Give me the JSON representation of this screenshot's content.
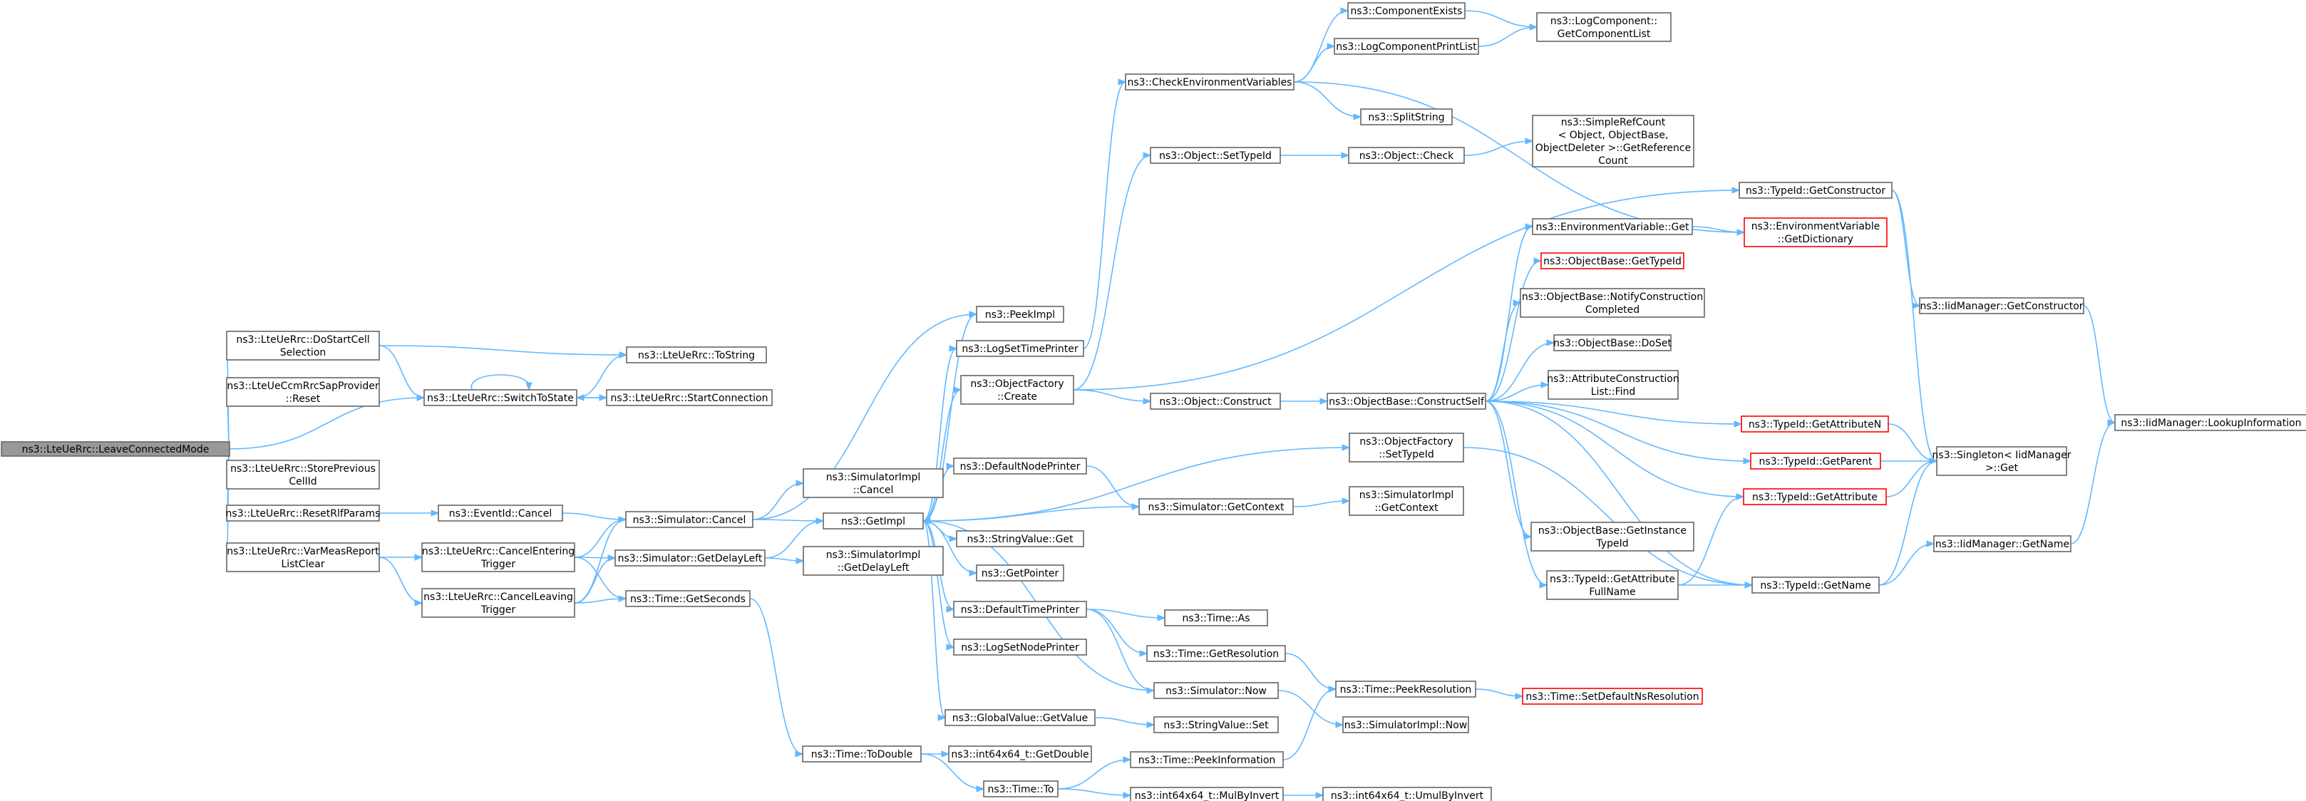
{
  "colors": {
    "edge": "#63b8ff",
    "node_border": "#666666",
    "root_fill": "#999999",
    "red_border": "#ff0000"
  },
  "nodes": [
    {
      "id": "leave",
      "lines": [
        "ns3::LteUeRrc::LeaveConnectedMode"
      ],
      "root": true
    },
    {
      "id": "dostart",
      "lines": [
        "ns3::LteUeRrc::DoStartCell",
        "Selection"
      ]
    },
    {
      "id": "ccmreset",
      "lines": [
        "ns3::LteUeCcmRrcSapProvider",
        "::Reset"
      ]
    },
    {
      "id": "switch",
      "lines": [
        "ns3::LteUeRrc::SwitchToState"
      ]
    },
    {
      "id": "tostring",
      "lines": [
        "ns3::LteUeRrc::ToString"
      ]
    },
    {
      "id": "startconn",
      "lines": [
        "ns3::LteUeRrc::StartConnection"
      ]
    },
    {
      "id": "storeprev",
      "lines": [
        "ns3::LteUeRrc::StorePrevious",
        "CellId"
      ]
    },
    {
      "id": "resetrlf",
      "lines": [
        "ns3::LteUeRrc::ResetRlfParams"
      ]
    },
    {
      "id": "eventcancel",
      "lines": [
        "ns3::EventId::Cancel"
      ]
    },
    {
      "id": "varmeas",
      "lines": [
        "ns3::LteUeRrc::VarMeasReport",
        "ListClear"
      ]
    },
    {
      "id": "cancelentering",
      "lines": [
        "ns3::LteUeRrc::CancelEntering",
        "Trigger"
      ]
    },
    {
      "id": "cancelleaving",
      "lines": [
        "ns3::LteUeRrc::CancelLeaving",
        "Trigger"
      ]
    },
    {
      "id": "simcancel",
      "lines": [
        "ns3::Simulator::Cancel"
      ]
    },
    {
      "id": "getdelay",
      "lines": [
        "ns3::Simulator::GetDelayLeft"
      ]
    },
    {
      "id": "getseconds",
      "lines": [
        "ns3::Time::GetSeconds"
      ]
    },
    {
      "id": "peekimpl",
      "lines": [
        "ns3::PeekImpl"
      ]
    },
    {
      "id": "logsettime",
      "lines": [
        "ns3::LogSetTimePrinter"
      ]
    },
    {
      "id": "objfactorycreate",
      "lines": [
        "ns3::ObjectFactory",
        "::Create"
      ]
    },
    {
      "id": "simimplcancel",
      "lines": [
        "ns3::SimulatorImpl",
        "::Cancel"
      ]
    },
    {
      "id": "getimpl",
      "lines": [
        "ns3::GetImpl"
      ]
    },
    {
      "id": "simimpldelay",
      "lines": [
        "ns3::SimulatorImpl",
        "::GetDelayLeft"
      ]
    },
    {
      "id": "defnodeprinter",
      "lines": [
        "ns3::DefaultNodePrinter"
      ]
    },
    {
      "id": "stringvalget",
      "lines": [
        "ns3::StringValue::Get"
      ]
    },
    {
      "id": "getpointer",
      "lines": [
        "ns3::GetPointer"
      ]
    },
    {
      "id": "deftimeprinter",
      "lines": [
        "ns3::DefaultTimePrinter"
      ]
    },
    {
      "id": "logsetnode",
      "lines": [
        "ns3::LogSetNodePrinter"
      ]
    },
    {
      "id": "globalvalget",
      "lines": [
        "ns3::GlobalValue::GetValue"
      ]
    },
    {
      "id": "todouble",
      "lines": [
        "ns3::Time::ToDouble"
      ]
    },
    {
      "id": "timeto",
      "lines": [
        "ns3::Time::To"
      ]
    },
    {
      "id": "getdouble",
      "lines": [
        "ns3::int64x64_t::GetDouble"
      ]
    },
    {
      "id": "checkenv",
      "lines": [
        "ns3::CheckEnvironmentVariables"
      ]
    },
    {
      "id": "objsettypeid",
      "lines": [
        "ns3::Object::SetTypeId"
      ]
    },
    {
      "id": "objconstruct",
      "lines": [
        "ns3::Object::Construct"
      ]
    },
    {
      "id": "simgetcontext",
      "lines": [
        "ns3::Simulator::GetContext"
      ]
    },
    {
      "id": "timeas",
      "lines": [
        "ns3::Time::As"
      ]
    },
    {
      "id": "timegetres",
      "lines": [
        "ns3::Time::GetResolution"
      ]
    },
    {
      "id": "simnow",
      "lines": [
        "ns3::Simulator::Now"
      ]
    },
    {
      "id": "stringvalset",
      "lines": [
        "ns3::StringValue::Set"
      ]
    },
    {
      "id": "peekinfo",
      "lines": [
        "ns3::Time::PeekInformation"
      ]
    },
    {
      "id": "mulbyinvert",
      "lines": [
        "ns3::int64x64_t::MulByInvert"
      ]
    },
    {
      "id": "umulbyinvert",
      "lines": [
        "ns3::int64x64_t::UmulByInvert"
      ]
    },
    {
      "id": "compexists",
      "lines": [
        "ns3::ComponentExists"
      ]
    },
    {
      "id": "logcompprint",
      "lines": [
        "ns3::LogComponentPrintList"
      ]
    },
    {
      "id": "splitstring",
      "lines": [
        "ns3::SplitString"
      ]
    },
    {
      "id": "objcheck",
      "lines": [
        "ns3::Object::Check"
      ]
    },
    {
      "id": "objbaseconstruct",
      "lines": [
        "ns3::ObjectBase::ConstructSelf"
      ]
    },
    {
      "id": "objfactorysettype",
      "lines": [
        "ns3::ObjectFactory",
        "::SetTypeId"
      ]
    },
    {
      "id": "simimplgetctx",
      "lines": [
        "ns3::SimulatorImpl",
        "::GetContext"
      ]
    },
    {
      "id": "peekres",
      "lines": [
        "ns3::Time::PeekResolution"
      ]
    },
    {
      "id": "simimplnow",
      "lines": [
        "ns3::SimulatorImpl::Now"
      ]
    },
    {
      "id": "logcompget",
      "lines": [
        "ns3::LogComponent::",
        "GetComponentList"
      ]
    },
    {
      "id": "simplerefcount",
      "lines": [
        "ns3::SimpleRefCount",
        "< Object, ObjectBase,",
        "ObjectDeleter >::GetReference",
        "Count"
      ]
    },
    {
      "id": "envget",
      "lines": [
        "ns3::EnvironmentVariable::Get"
      ]
    },
    {
      "id": "objbasegettypeid",
      "lines": [
        "ns3::ObjectBase::GetTypeId"
      ],
      "red": true
    },
    {
      "id": "objbasenotify",
      "lines": [
        "ns3::ObjectBase::NotifyConstruction",
        "Completed"
      ]
    },
    {
      "id": "objbasedoset",
      "lines": [
        "ns3::ObjectBase::DoSet"
      ]
    },
    {
      "id": "attrconstruct",
      "lines": [
        "ns3::AttributeConstruction",
        "List::Find"
      ]
    },
    {
      "id": "objbasegetinst",
      "lines": [
        "ns3::ObjectBase::GetInstance",
        "TypeId"
      ]
    },
    {
      "id": "typeidattrfull",
      "lines": [
        "ns3::TypeId::GetAttribute",
        "FullName"
      ]
    },
    {
      "id": "setdefres",
      "lines": [
        "ns3::Time::SetDefaultNsResolution"
      ],
      "red": true
    },
    {
      "id": "typeidgetctor",
      "lines": [
        "ns3::TypeId::GetConstructor"
      ]
    },
    {
      "id": "envgetdict",
      "lines": [
        "ns3::EnvironmentVariable",
        "::GetDictionary"
      ],
      "red": true
    },
    {
      "id": "typeidattrn",
      "lines": [
        "ns3::TypeId::GetAttributeN"
      ],
      "red": true
    },
    {
      "id": "typeidparent",
      "lines": [
        "ns3::TypeId::GetParent"
      ],
      "red": true
    },
    {
      "id": "typeidattr",
      "lines": [
        "ns3::TypeId::GetAttribute"
      ],
      "red": true
    },
    {
      "id": "typeidname",
      "lines": [
        "ns3::TypeId::GetName"
      ]
    },
    {
      "id": "iidgetctor",
      "lines": [
        "ns3::IidManager::GetConstructor"
      ]
    },
    {
      "id": "singletonget",
      "lines": [
        "ns3::Singleton< IidManager",
        ">::Get"
      ]
    },
    {
      "id": "iidgetname",
      "lines": [
        "ns3::IidManager::GetName"
      ]
    },
    {
      "id": "iidlookup",
      "lines": [
        "ns3::IidManager::LookupInformation"
      ]
    }
  ],
  "edges": [
    [
      "leave",
      "dostart"
    ],
    [
      "leave",
      "ccmreset"
    ],
    [
      "leave",
      "switch"
    ],
    [
      "leave",
      "storeprev"
    ],
    [
      "leave",
      "resetrlf"
    ],
    [
      "leave",
      "varmeas"
    ],
    [
      "dostart",
      "tostring"
    ],
    [
      "dostart",
      "switch"
    ],
    [
      "switch",
      "switch"
    ],
    [
      "switch",
      "tostring"
    ],
    [
      "switch",
      "startconn"
    ],
    [
      "startconn",
      "switch"
    ],
    [
      "resetrlf",
      "eventcancel"
    ],
    [
      "eventcancel",
      "simcancel"
    ],
    [
      "varmeas",
      "cancelentering"
    ],
    [
      "varmeas",
      "cancelleaving"
    ],
    [
      "cancelentering",
      "simcancel"
    ],
    [
      "cancelentering",
      "getdelay"
    ],
    [
      "cancelentering",
      "getseconds"
    ],
    [
      "cancelleaving",
      "simcancel"
    ],
    [
      "cancelleaving",
      "getdelay"
    ],
    [
      "cancelleaving",
      "getseconds"
    ],
    [
      "simcancel",
      "peekimpl"
    ],
    [
      "simcancel",
      "simimplcancel"
    ],
    [
      "simcancel",
      "getimpl"
    ],
    [
      "getdelay",
      "getimpl"
    ],
    [
      "getdelay",
      "simimpldelay"
    ],
    [
      "getseconds",
      "todouble"
    ],
    [
      "getimpl",
      "peekimpl"
    ],
    [
      "getimpl",
      "logsettime"
    ],
    [
      "getimpl",
      "objfactorycreate"
    ],
    [
      "getimpl",
      "objfactorysettype"
    ],
    [
      "getimpl",
      "defnodeprinter"
    ],
    [
      "getimpl",
      "simgetcontext"
    ],
    [
      "getimpl",
      "stringvalget"
    ],
    [
      "getimpl",
      "getpointer"
    ],
    [
      "getimpl",
      "deftimeprinter"
    ],
    [
      "getimpl",
      "logsetnode"
    ],
    [
      "getimpl",
      "globalvalget"
    ],
    [
      "logsettime",
      "checkenv"
    ],
    [
      "objfactorycreate",
      "objsettypeid"
    ],
    [
      "objfactorycreate",
      "objconstruct"
    ],
    [
      "objfactorycreate",
      "typeidgetctor"
    ],
    [
      "defnodeprinter",
      "simgetcontext"
    ],
    [
      "simgetcontext",
      "simimplgetctx"
    ],
    [
      "deftimeprinter",
      "timeas"
    ],
    [
      "deftimeprinter",
      "timegetres"
    ],
    [
      "deftimeprinter",
      "simnow"
    ],
    [
      "simnow",
      "getimpl"
    ],
    [
      "simnow",
      "simimplnow"
    ],
    [
      "timegetres",
      "peekres"
    ],
    [
      "globalvalget",
      "stringvalset"
    ],
    [
      "todouble",
      "getdouble"
    ],
    [
      "todouble",
      "timeto"
    ],
    [
      "timeto",
      "peekinfo"
    ],
    [
      "timeto",
      "mulbyinvert"
    ],
    [
      "mulbyinvert",
      "umulbyinvert"
    ],
    [
      "peekinfo",
      "peekres"
    ],
    [
      "peekres",
      "setdefres"
    ],
    [
      "checkenv",
      "compexists"
    ],
    [
      "checkenv",
      "logcompprint"
    ],
    [
      "checkenv",
      "splitstring"
    ],
    [
      "checkenv",
      "envgetdict"
    ],
    [
      "compexists",
      "logcompget"
    ],
    [
      "logcompprint",
      "logcompget"
    ],
    [
      "objsettypeid",
      "objcheck"
    ],
    [
      "objcheck",
      "simplerefcount"
    ],
    [
      "objconstruct",
      "objbaseconstruct"
    ],
    [
      "objbaseconstruct",
      "envget"
    ],
    [
      "objbaseconstruct",
      "objbasegettypeid"
    ],
    [
      "objbaseconstruct",
      "objbasenotify"
    ],
    [
      "objbaseconstruct",
      "objbasedoset"
    ],
    [
      "objbaseconstruct",
      "attrconstruct"
    ],
    [
      "objbaseconstruct",
      "typeidattrn"
    ],
    [
      "objbaseconstruct",
      "typeidparent"
    ],
    [
      "objbaseconstruct",
      "typeidattr"
    ],
    [
      "objbaseconstruct",
      "objbasegetinst"
    ],
    [
      "objbaseconstruct",
      "typeidattrfull"
    ],
    [
      "objbaseconstruct",
      "typeidname"
    ],
    [
      "envget",
      "envgetdict"
    ],
    [
      "objfactorysettype",
      "typeidname"
    ],
    [
      "typeidattrfull",
      "typeidattr"
    ],
    [
      "typeidattrfull",
      "typeidname"
    ],
    [
      "typeidgetctor",
      "iidgetctor"
    ],
    [
      "typeidgetctor",
      "singletonget"
    ],
    [
      "typeidattrn",
      "singletonget"
    ],
    [
      "typeidparent",
      "singletonget"
    ],
    [
      "typeidattr",
      "singletonget"
    ],
    [
      "typeidname",
      "singletonget"
    ],
    [
      "typeidname",
      "iidgetname"
    ],
    [
      "iidgetctor",
      "iidlookup"
    ],
    [
      "iidgetname",
      "iidlookup"
    ]
  ]
}
